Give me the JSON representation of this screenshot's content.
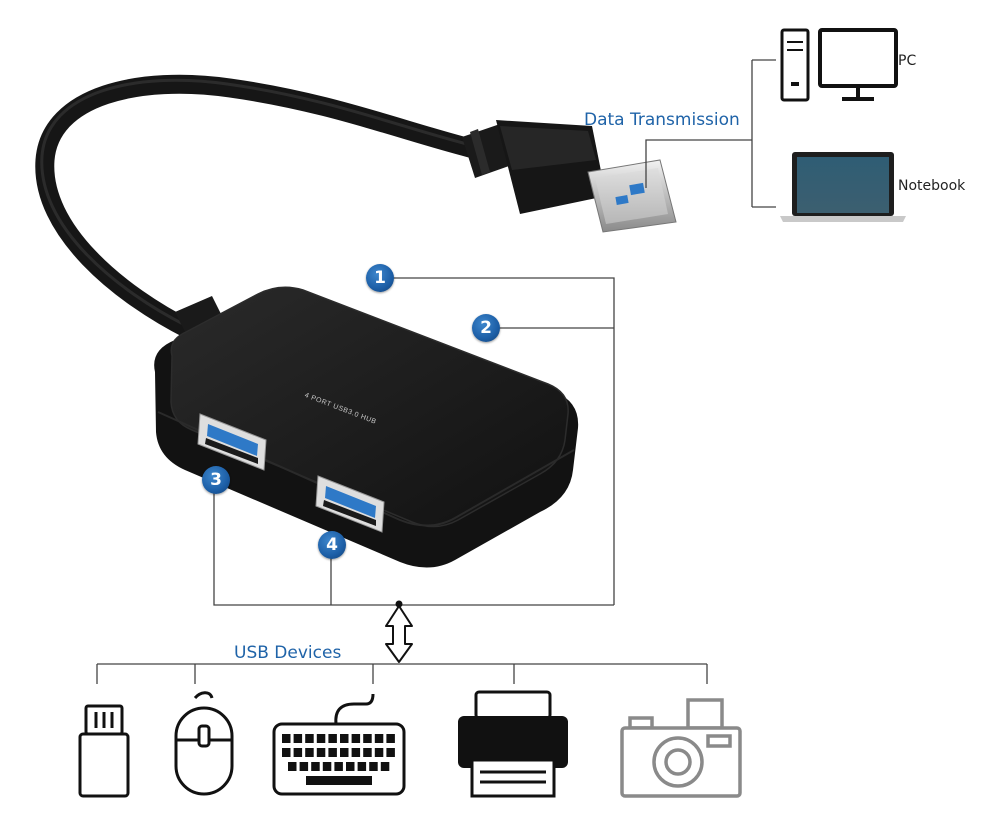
{
  "labels": {
    "data_transmission": "Data Transmission",
    "pc": "PC",
    "notebook": "Notebook",
    "usb_devices": "USB Devices",
    "hub_print": "4 PORT USB3.0 HUB"
  },
  "callouts": [
    "1",
    "2",
    "3",
    "4"
  ],
  "hosts": [
    {
      "name": "PC",
      "icon": "pc-icon"
    },
    {
      "name": "Notebook",
      "icon": "notebook-icon"
    }
  ],
  "devices": [
    {
      "icon": "usb-flash-drive-icon"
    },
    {
      "icon": "mouse-icon"
    },
    {
      "icon": "keyboard-icon"
    },
    {
      "icon": "printer-icon"
    },
    {
      "icon": "camera-icon"
    }
  ],
  "colors": {
    "accent_blue": "#1f63a8",
    "usb3_port_blue": "#2e79c7",
    "hub_body": "#1b1b1b",
    "line": "#444444"
  }
}
